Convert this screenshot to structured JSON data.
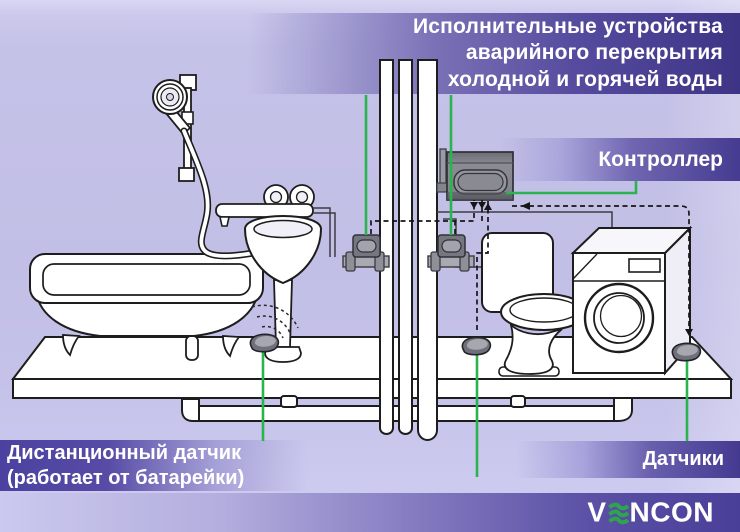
{
  "banners": {
    "actuators": {
      "line1": "Исполнительные устройства",
      "line2": "аварийного перекрытия",
      "line3": "холодной и горячей воды"
    },
    "controller": {
      "label": "Контроллер"
    },
    "remote_sensor": {
      "line1": "Дистанционный датчик",
      "line2": "(работает от батарейки)"
    },
    "sensors": {
      "label": "Датчики"
    }
  },
  "footer": {
    "brand_name": "VENCON",
    "brand_prefix": "V",
    "brand_suffix": "NCON"
  },
  "colors": {
    "connector_green": "#2cb24e",
    "logo_wave_green": "#2fa44e",
    "banner_dark_purple": "#3e3486",
    "background_lavender": "#c2bfe6",
    "device_gray": "#76767f",
    "line_art": "#1d1d1d"
  },
  "diagram": {
    "fixtures": [
      "bathtub",
      "hand-shower",
      "pedestal-sink",
      "toilet",
      "washing-machine",
      "riser-pipes",
      "floor-platform",
      "drain-pipes"
    ],
    "devices": [
      "controller-box",
      "shutoff-valve-left",
      "shutoff-valve-right",
      "remote-battery-sensor",
      "wired-sensor-toilet",
      "wired-sensor-right"
    ],
    "links": [
      "green-connector-lines",
      "dashed-signal-wires",
      "radio-wave-arcs"
    ]
  }
}
